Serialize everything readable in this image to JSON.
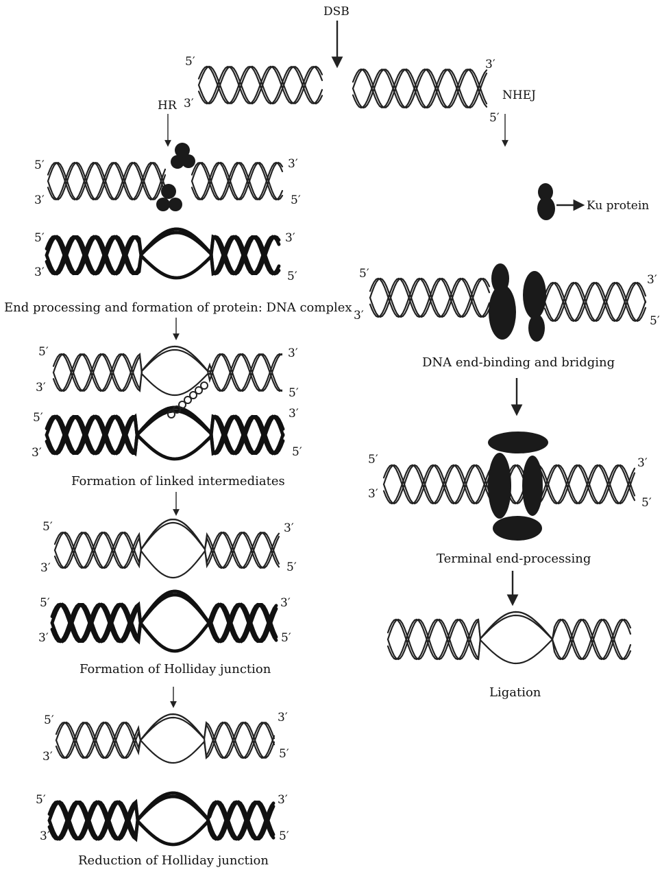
{
  "labels": {
    "dsb": "DSB",
    "hr": "HR",
    "nhej": "NHEJ",
    "ku": "Ku protein",
    "five": "5′",
    "three": "3′"
  },
  "captions": {
    "end_processing": "End processing and formation of protein: DNA complex",
    "linked": "Formation of linked intermediates",
    "holliday_formation": "Formation of Holliday junction",
    "holliday_reduction": "Reduction of Holliday junction",
    "nhej_binding": "DNA end-binding and bridging",
    "terminal": "Terminal end-processing",
    "ligation": "Ligation"
  }
}
